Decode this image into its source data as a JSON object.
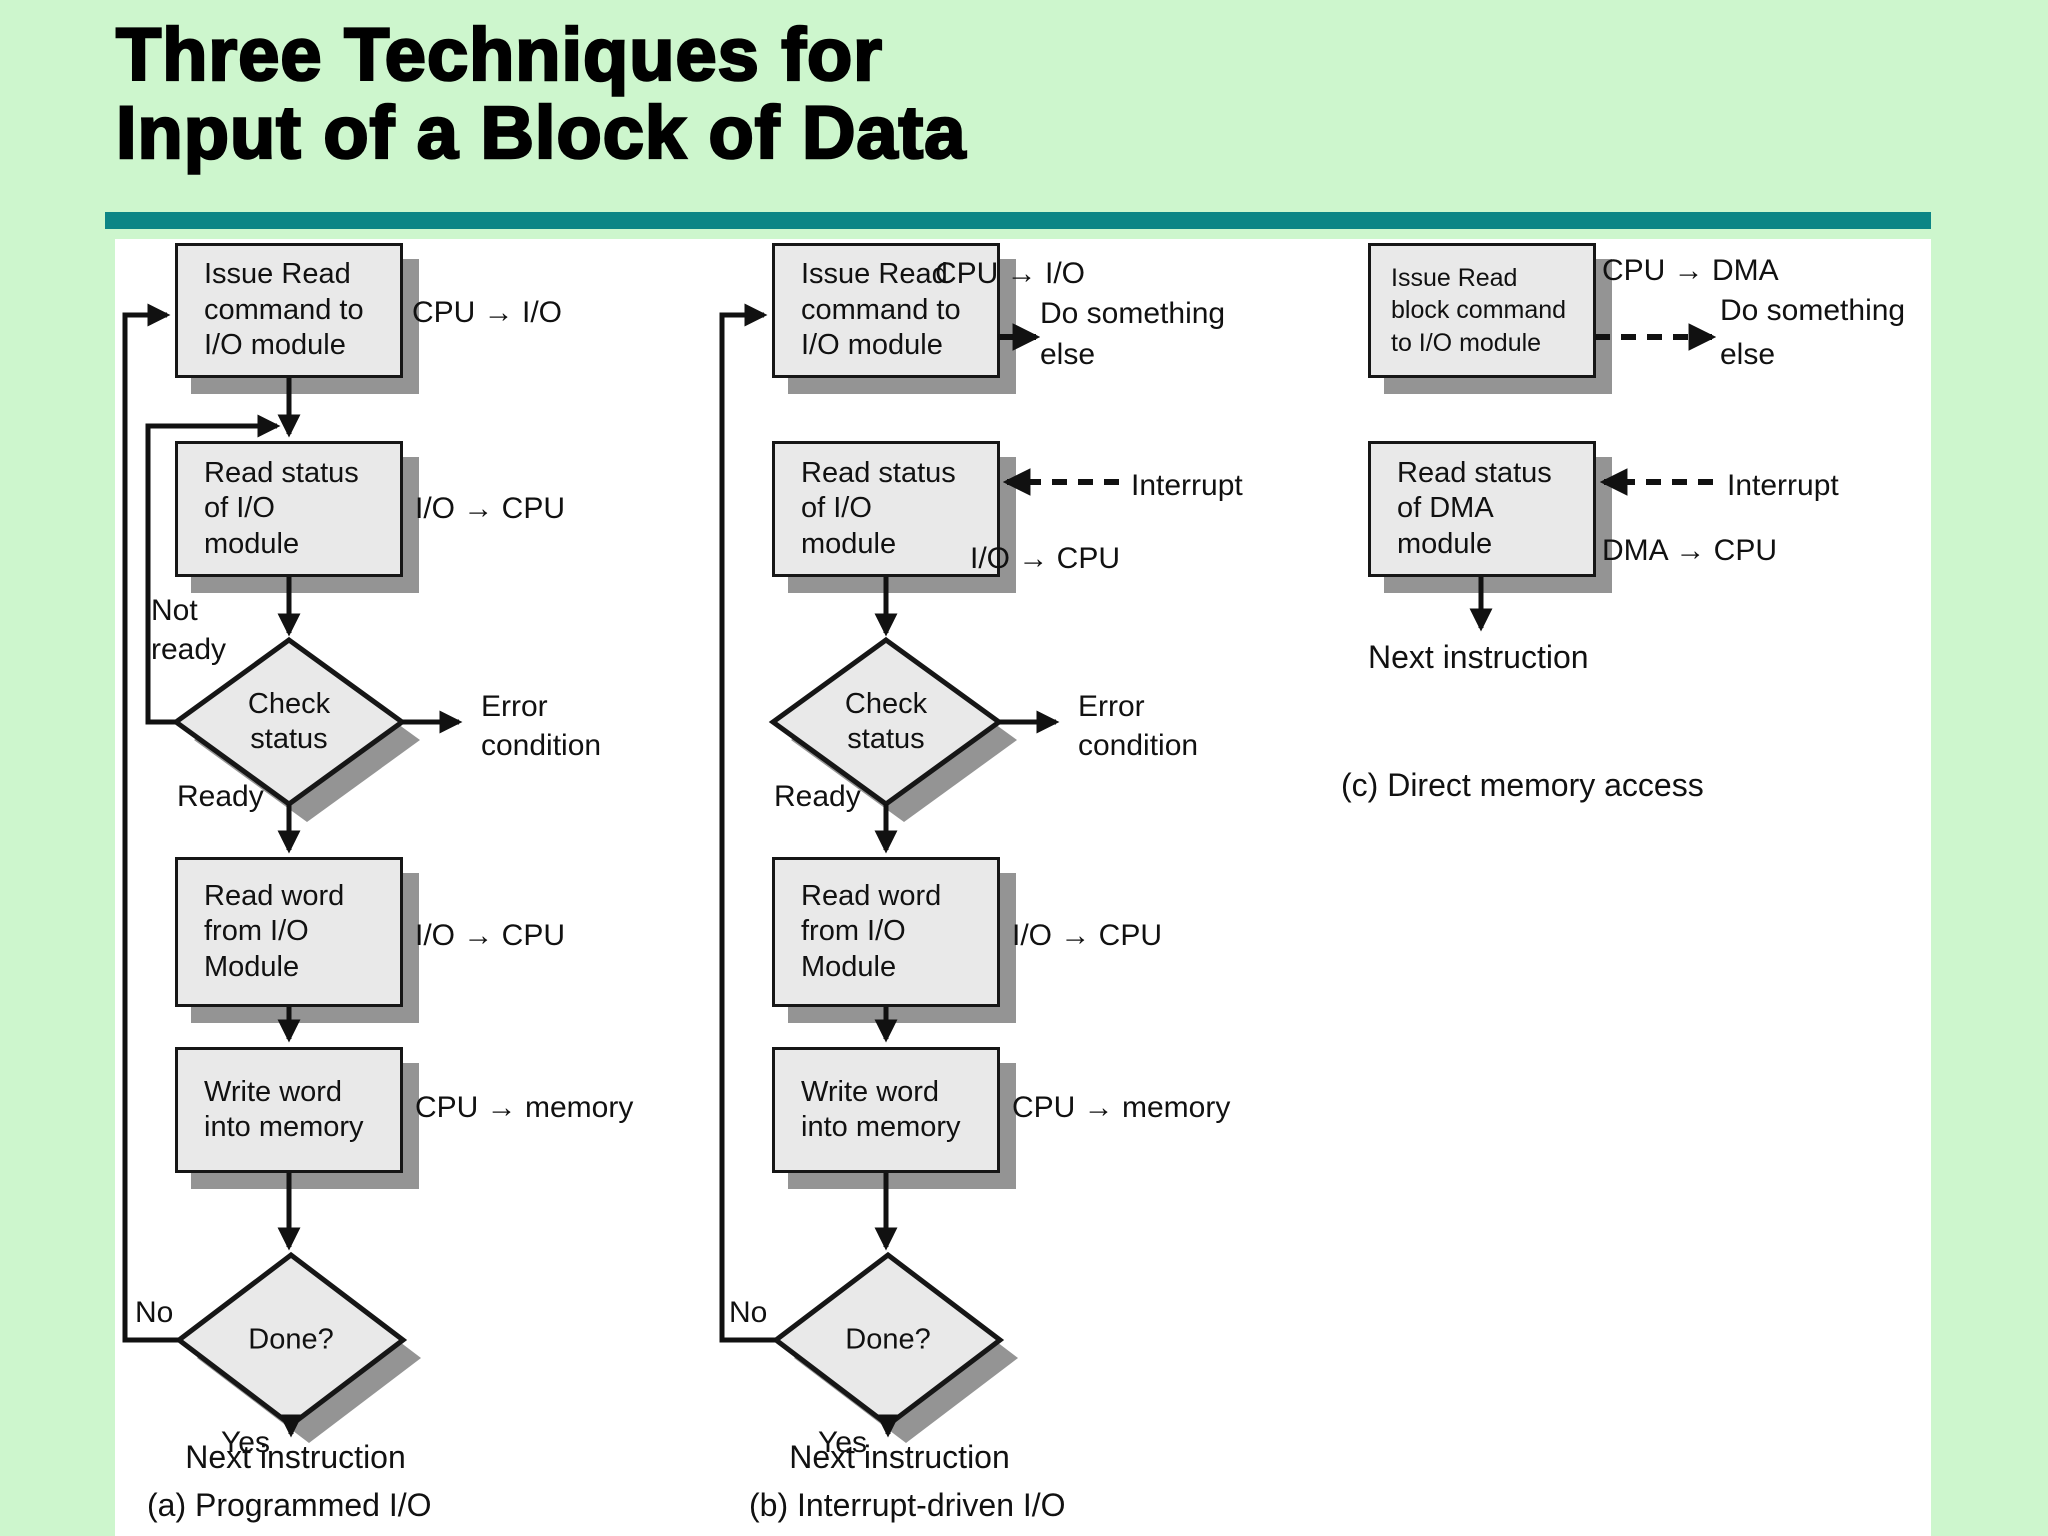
{
  "title": {
    "line1": "Three Techniques for",
    "line2": "Input of a Block of Data"
  },
  "colors": {
    "background": "#cdf6cd",
    "accent_bar": "#0c8585",
    "box_fill": "#e9e9e9",
    "box_shadow": "#949494",
    "panel": "#ffffff"
  },
  "columns": {
    "a": {
      "box1": "Issue Read\ncommand to\nI/O module",
      "box2": "Read status\nof I/O\nmodule",
      "check": "Check\nstatus",
      "box3": "Read word\nfrom I/O\nModule",
      "box4": "Write word\ninto memory",
      "done": "Done?",
      "labels": {
        "cpu_io": "CPU → I/O",
        "io_cpu_status": "I/O → CPU",
        "io_cpu_read": "I/O → CPU",
        "cpu_memory": "CPU → memory",
        "not_ready": "Not\nready",
        "ready": "Ready",
        "error": "Error\ncondition",
        "no": "No",
        "yes": "Yes",
        "next": "Next instruction"
      },
      "caption": "(a) Programmed I/O"
    },
    "b": {
      "box1": "Issue Read\ncommand to\nI/O module",
      "box2": "Read status\nof I/O\nmodule",
      "check": "Check\nstatus",
      "box3": "Read word\nfrom I/O\nModule",
      "box4": "Write word\ninto memory",
      "done": "Done?",
      "labels": {
        "cpu_io": "CPU → I/O",
        "do_something": "Do something",
        "else_word": "else",
        "interrupt": "Interrupt",
        "io_cpu_status": "I/O → CPU",
        "io_cpu_read": "I/O → CPU",
        "cpu_memory": "CPU → memory",
        "ready": "Ready",
        "error": "Error\ncondition",
        "no": "No",
        "yes": "Yes",
        "next": "Next instruction"
      },
      "caption": "(b) Interrupt-driven I/O"
    },
    "c": {
      "box1": "Issue Read\nblock command\nto I/O module",
      "box2": "Read status\nof DMA\nmodule",
      "labels": {
        "cpu_dma": "CPU → DMA",
        "do_something": "Do something",
        "else_word": "else",
        "interrupt": "Interrupt",
        "dma_cpu": "DMA → CPU",
        "next": "Next instruction"
      },
      "caption": "(c) Direct memory access"
    }
  }
}
